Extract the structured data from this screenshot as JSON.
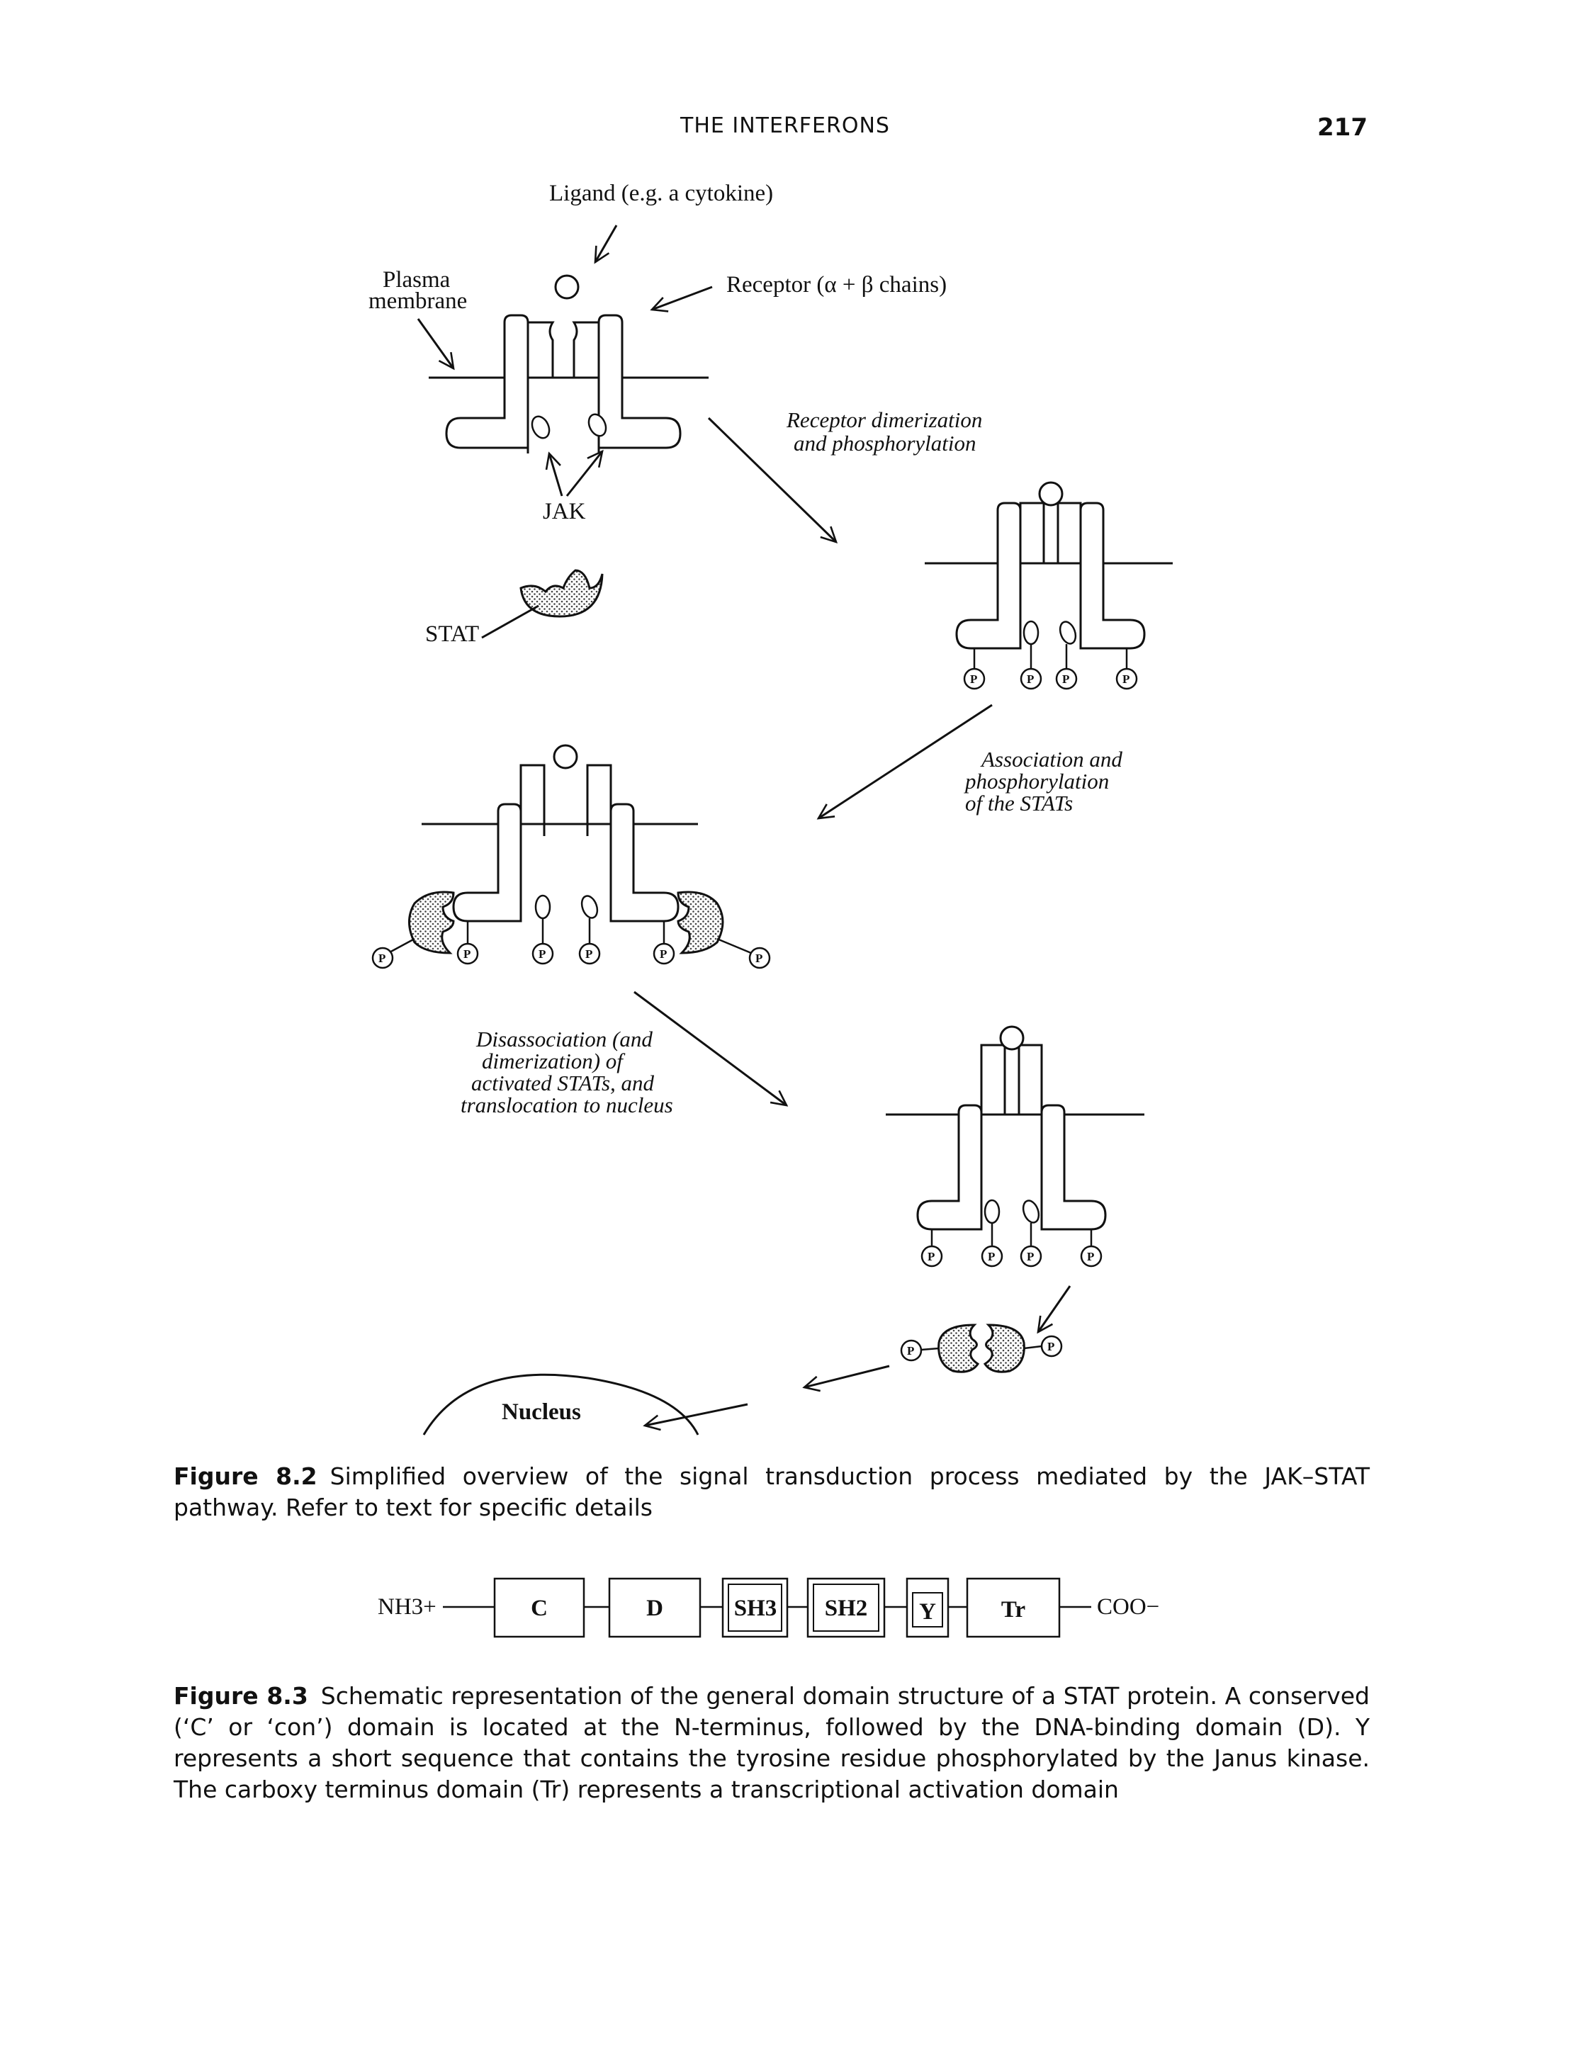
{
  "header": {
    "title": "THE INTERFERONS",
    "page_number": "217"
  },
  "figure_8_2": {
    "ligand_label": "Ligand (e.g. a cytokine)",
    "plasma_membrane_label": [
      "Plasma",
      "membrane"
    ],
    "receptor_label": "Receptor (α + β chains)",
    "jak_label": "JAK",
    "stat_label": "STAT",
    "step1_label": [
      "Receptor dimerization",
      "and phosphorylation"
    ],
    "step2_label": [
      "Association and",
      "phosphorylation",
      "of the STATs"
    ],
    "step3_label": [
      "Disassociation (and",
      "dimerization) of",
      "activated STATs, and",
      "translocation to nucleus"
    ],
    "nucleus_label": "Nucleus",
    "phosphate_symbol": "P"
  },
  "caption_8_2": {
    "label": "Figure 8.2",
    "text": "Simplified overview of the signal transduction process mediated by the JAK–STAT pathway. Refer to text for specific details"
  },
  "figure_8_3": {
    "n_terminus": "NH3+",
    "c_terminus": "COO−",
    "domains": [
      "C",
      "D",
      "SH3",
      "SH2",
      "Y",
      "Tr"
    ]
  },
  "caption_8_3": {
    "label": "Figure 8.3",
    "text": "Schematic representation of the general domain structure of a STAT protein. A conserved (‘C’ or ‘con’) domain is located at the N-terminus, followed by the DNA-binding domain (D). Y represents a short sequence that contains the tyrosine residue phosphorylated by the Janus kinase. The carboxy terminus domain (Tr) represents a transcriptional activation domain"
  }
}
